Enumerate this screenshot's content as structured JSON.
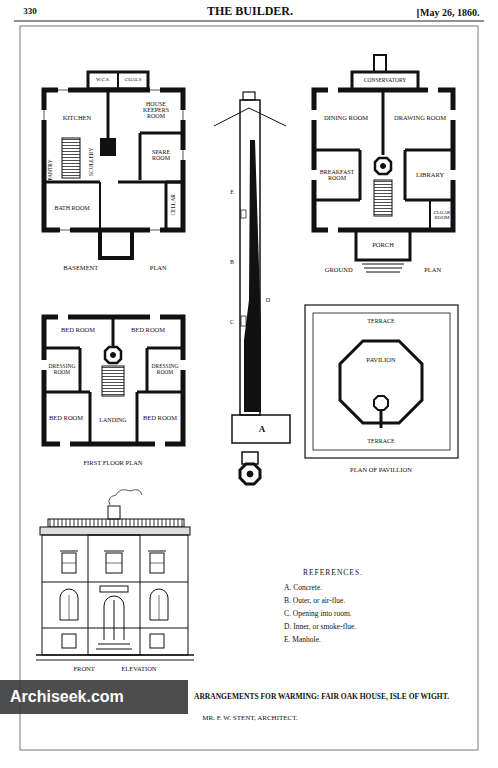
{
  "diagram": {
    "caption": "ARRANGEMENTS FOR WARMING: FAIR OAK HOUSE, ISLE OF WIGHT.",
    "nodes": [
      {
        "text": [
          "W.C.S."
        ]
      },
      {
        "text": [
          "COALS"
        ]
      },
      {
        "text": [
          "KITCHEN"
        ]
      },
      {
        "text": [
          "HOUSE KEEPERS ROOM"
        ]
      },
      {
        "text": [
          "SPARE ROOM"
        ]
      },
      {
        "text": [
          "PANTRY"
        ]
      },
      {
        "text": [
          "SCULLERY"
        ]
      },
      {
        "text": [
          "BATH ROOM"
        ]
      },
      {
        "text": [
          "CELLAR"
        ]
      },
      {
        "text": [
          "CONSERVATORY"
        ]
      },
      {
        "text": [
          "DINING ROOM"
        ]
      },
      {
        "text": [
          "DRAWING ROOM"
        ]
      },
      {
        "text": [
          "BREAKFAST ROOM"
        ]
      },
      {
        "text": [
          "LIBRARY"
        ]
      },
      {
        "text": [
          "CLOAK ROOM"
        ]
      },
      {
        "text": [
          "PORCH"
        ]
      },
      {
        "text": [
          "BED ROOM"
        ]
      },
      {
        "text": [
          "BED ROOM"
        ]
      },
      {
        "text": [
          "DRESSING ROOM"
        ]
      },
      {
        "text": [
          "DRESSING ROOM"
        ]
      },
      {
        "text": [
          "BED ROOM"
        ]
      },
      {
        "text": [
          "LANDING"
        ]
      },
      {
        "text": [
          "BED ROOM"
        ]
      },
      {
        "text": [
          "PAVILION"
        ]
      }
    ],
    "labels": [
      "330",
      "THE BUILDER.",
      "[May 26, 1860.",
      "BASEMENT PLAN",
      "GROUND PLAN",
      "FIRST FLOOR PLAN",
      "TERRACE",
      "TERRACE",
      "PLAN OF PAVILLION",
      "A",
      "B",
      "C",
      "D",
      "E",
      "FRONT ELEVATION",
      "REFERENCES.",
      "A. Concrete.",
      "B. Outer, or air-flue.",
      "C. Opening into room.",
      "D. Inner, or smoke-flue.",
      "E. Manhole.",
      "Archiseek.com",
      "MR. F. W. STENT, ARCHITECT."
    ]
  }
}
